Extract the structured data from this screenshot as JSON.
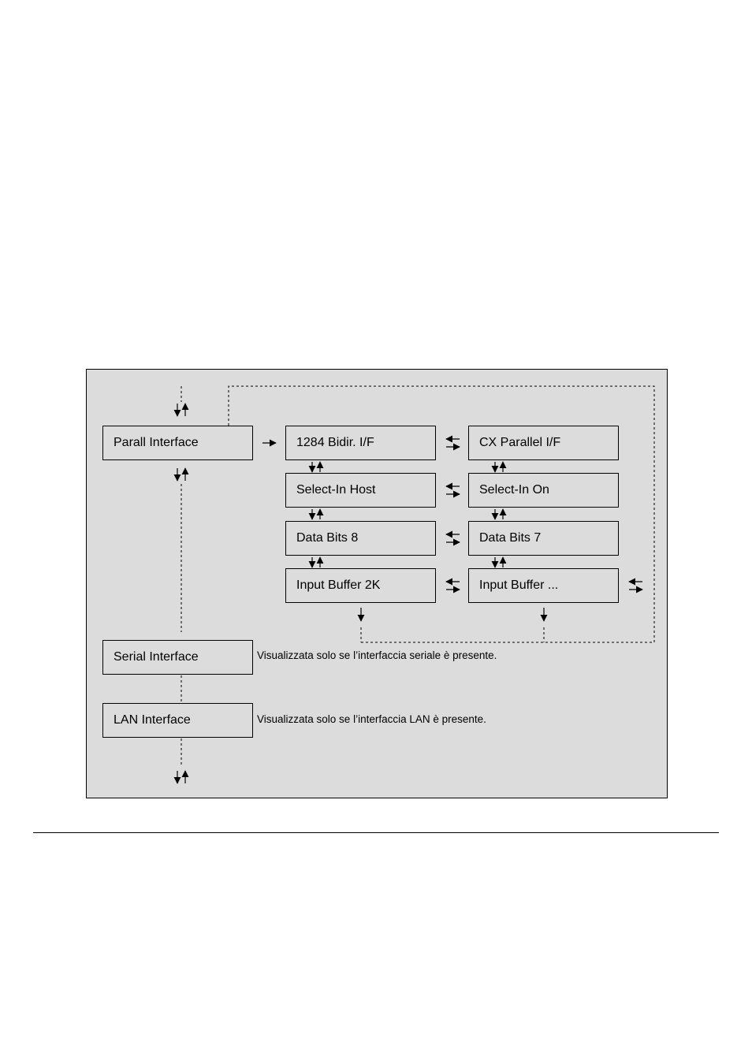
{
  "diagram": {
    "left_column": {
      "parall_interface": "Parall Interface",
      "serial_interface": "Serial Interface",
      "lan_interface": "LAN Interface"
    },
    "options_left": [
      "1284 Bidir. I/F",
      "Select-In Host",
      "Data Bits 8",
      "Input Buffer 2K"
    ],
    "options_right": [
      "CX Parallel I/F",
      "Select-In On",
      "Data Bits 7",
      "Input Buffer ..."
    ],
    "notes": {
      "serial": "Visualizzata solo se l’interfaccia seriale è presente.",
      "lan": "Visualizzata solo se l’interfaccia LAN è presente."
    }
  }
}
